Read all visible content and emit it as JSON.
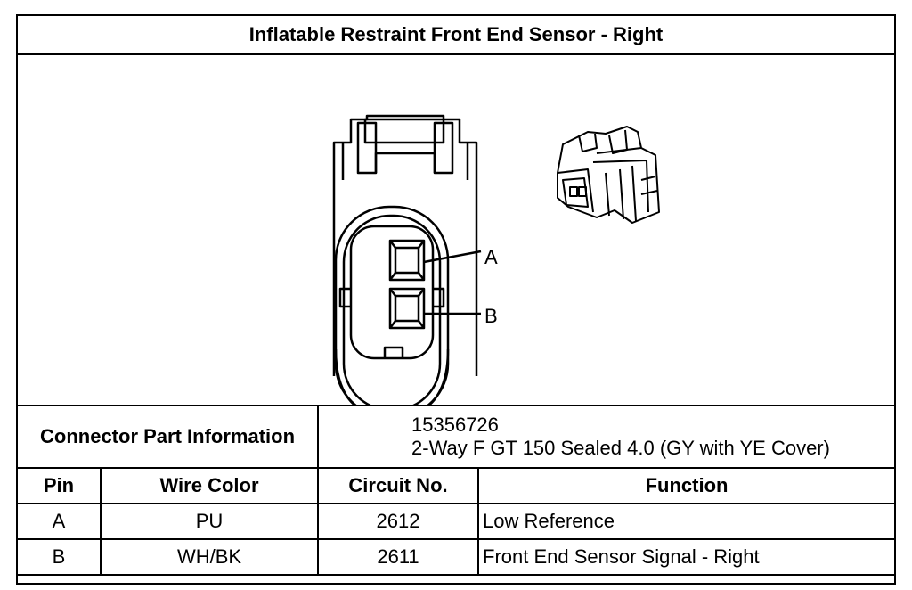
{
  "title": "Inflatable Restraint Front End Sensor - Right",
  "diagram": {
    "pin_labels": [
      "A",
      "B"
    ]
  },
  "connector_info": {
    "label": "Connector Part Information",
    "part_number": "15356726",
    "description": "2-Way F GT 150 Sealed 4.0 (GY with YE Cover)"
  },
  "table": {
    "headers": [
      "Pin",
      "Wire Color",
      "Circuit No.",
      "Function"
    ],
    "rows": [
      {
        "pin": "A",
        "wire_color": "PU",
        "circuit": "2612",
        "function": "Low Reference"
      },
      {
        "pin": "B",
        "wire_color": "WH/BK",
        "circuit": "2611",
        "function": "Front End Sensor Signal - Right"
      }
    ]
  }
}
